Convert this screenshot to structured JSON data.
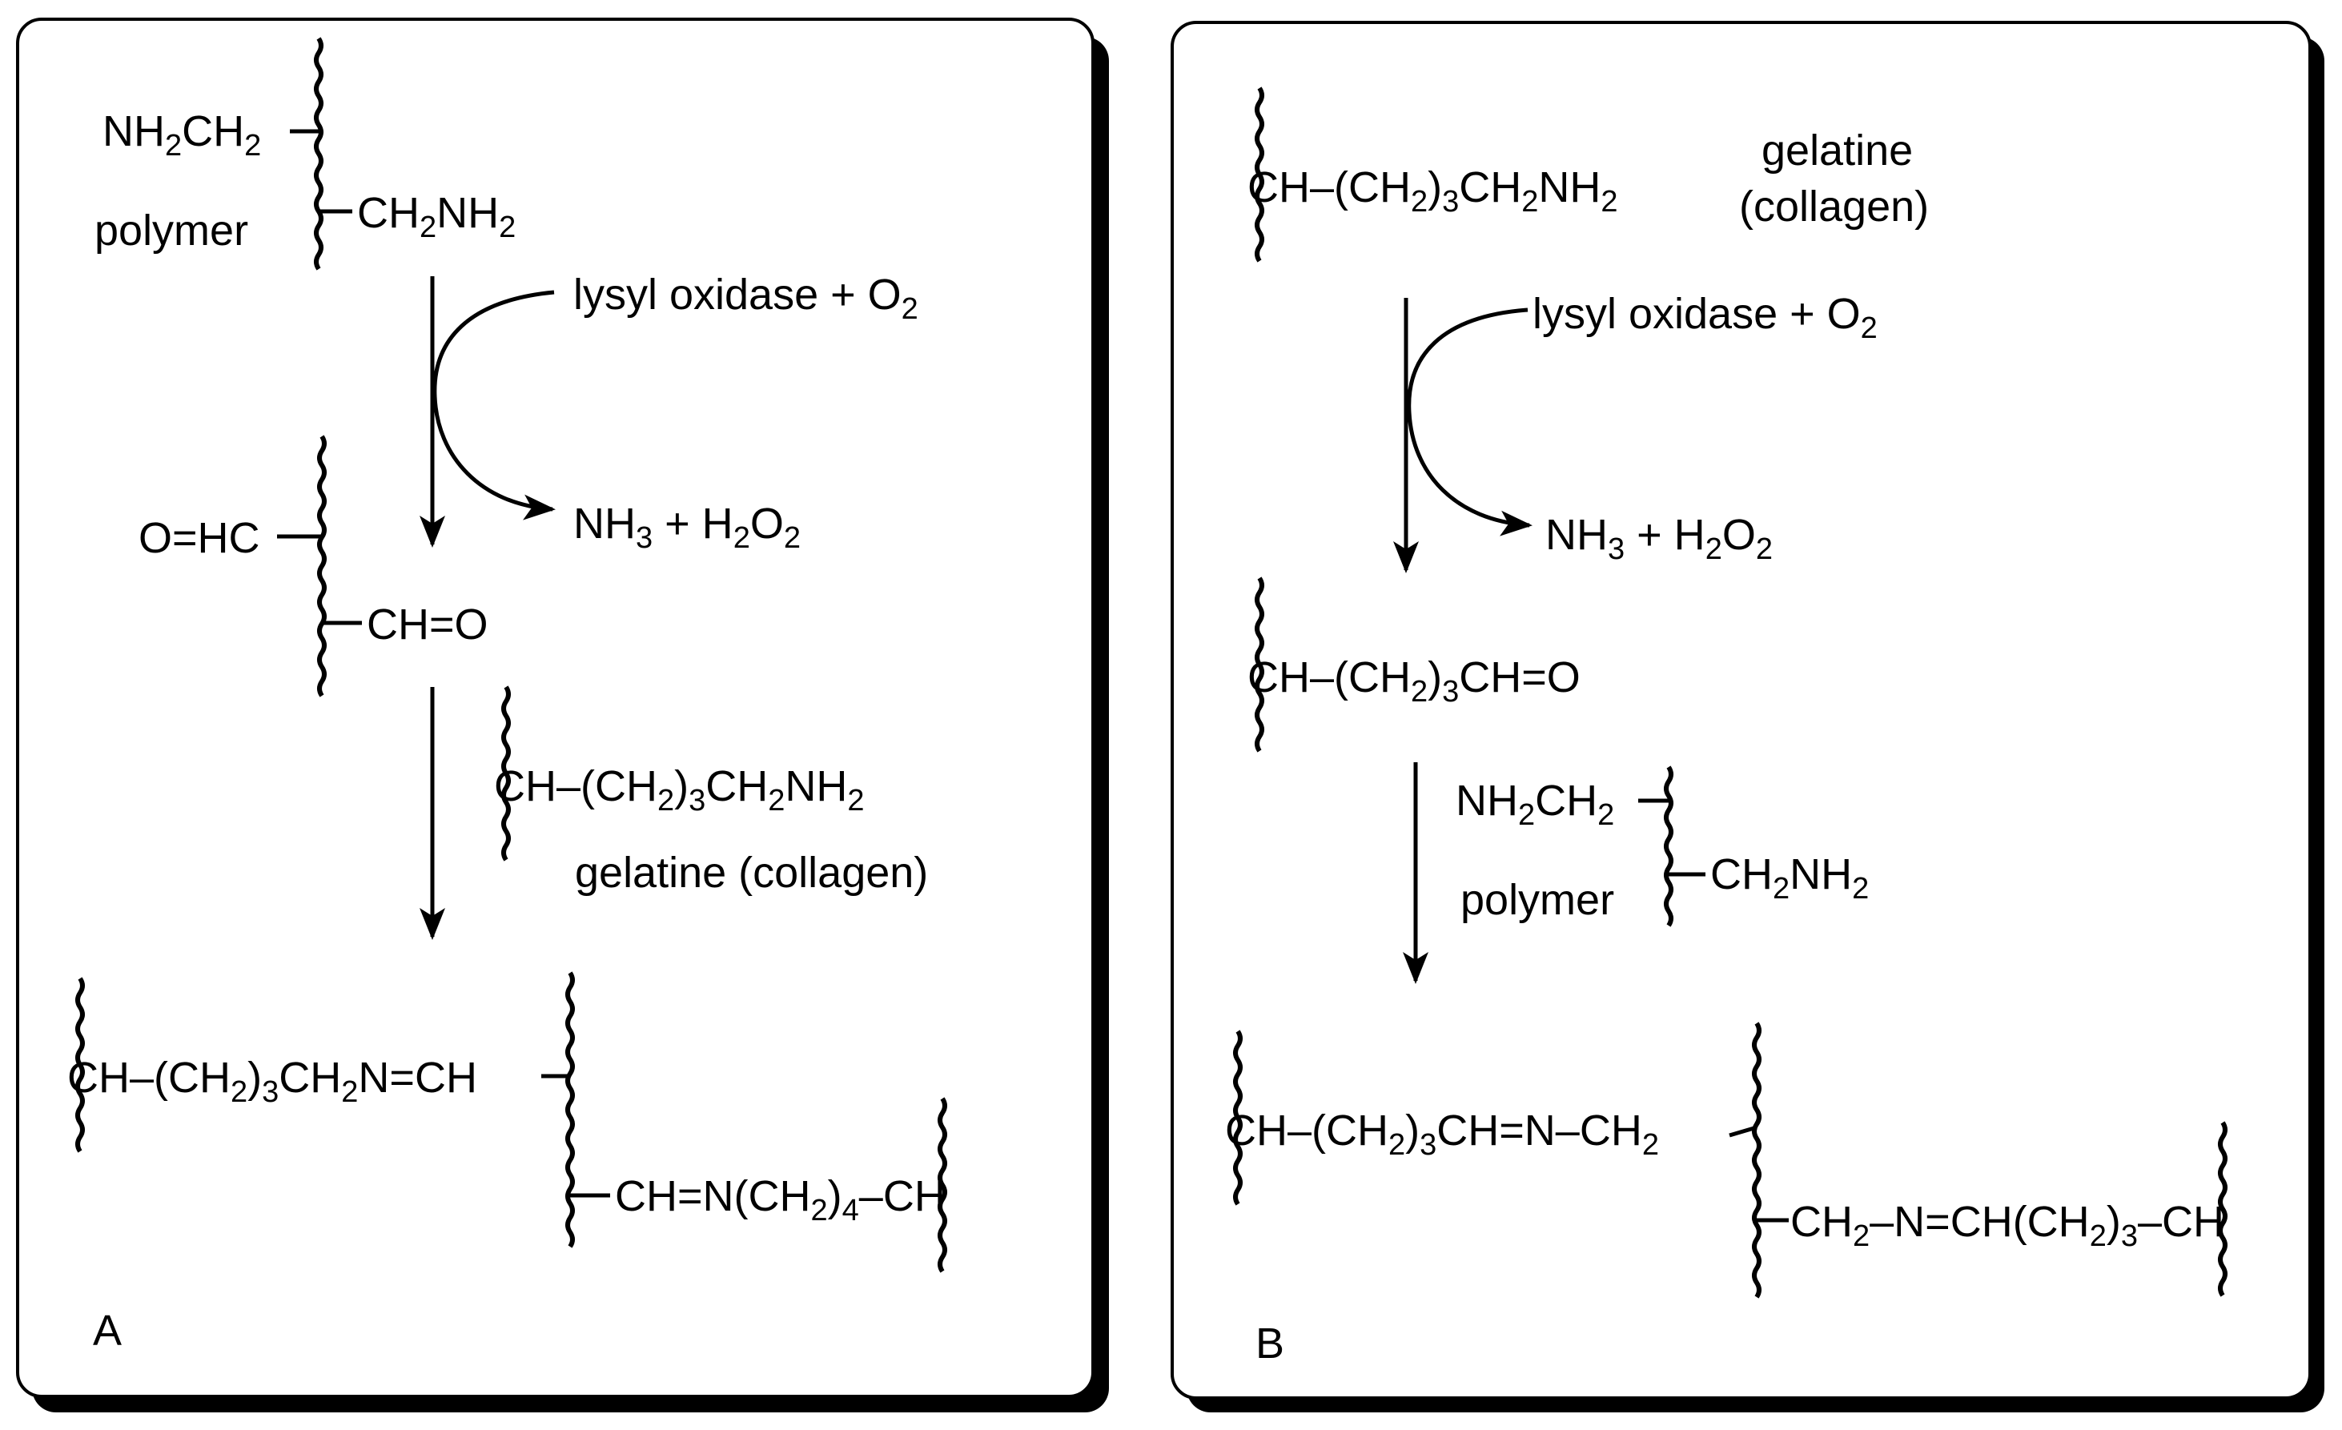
{
  "panel_a": {
    "label": "A",
    "reactant_polymer": {
      "left_group": {
        "main": "NH",
        "sub": "2",
        "tail": "CH",
        "sub2": "2"
      },
      "right_group": {
        "main": "CH",
        "sub": "2",
        "tail": "NH",
        "sub2": "2"
      },
      "name": "polymer"
    },
    "reagent": {
      "text": "lysyl oxidase + O",
      "sub": "2"
    },
    "byproduct": {
      "a": "NH",
      "a_sub": "3",
      "b": " + H",
      "b_sub": "2",
      "c": "O",
      "c_sub": "2"
    },
    "aldehyde_polymer": {
      "left_group": "O=HC",
      "right_group": "CH=O"
    },
    "collagen": {
      "c1": "CH–(CH",
      "s1": "2",
      "c2": ")",
      "s2": "3",
      "c3": "CH",
      "s3": "2",
      "c4": "NH",
      "s4": "2",
      "name": "gelatine (collagen)"
    },
    "product_top": {
      "c1": "CH–(CH",
      "s1": "2",
      "c2": ")",
      "s2": "3",
      "c3": "CH",
      "s3": "2",
      "c4": "N=CH"
    },
    "product_bottom": {
      "c1": "CH=N(CH",
      "s1": "2",
      "c2": ")",
      "s2": "4",
      "c3": "CH"
    }
  },
  "panel_b": {
    "label": "B",
    "collagen": {
      "c1": "CH–(CH",
      "s1": "2",
      "c2": ")",
      "s2": "3",
      "c3": "CH",
      "s3": "2",
      "c4": "NH",
      "s4": "2",
      "name_line1": "gelatine",
      "name_line2": "(collagen)"
    },
    "reagent": {
      "text": "lysyl oxidase + O",
      "sub": "2"
    },
    "byproduct": {
      "a": "NH",
      "a_sub": "3",
      "b": " + H",
      "b_sub": "2",
      "c": "O",
      "c_sub": "2"
    },
    "aldehyde": {
      "c1": "CH–(CH",
      "s1": "2",
      "c2": ")",
      "s2": "3",
      "c3": "CH=O"
    },
    "polymer": {
      "left_group": {
        "main": "NH",
        "sub": "2",
        "tail": "CH",
        "sub2": "2"
      },
      "right_group": {
        "main": "CH",
        "sub": "2",
        "tail": "NH",
        "sub2": "2"
      },
      "name": "polymer"
    },
    "product_top": {
      "c1": "CH–(CH",
      "s1": "2",
      "c2": ")",
      "s2": "3",
      "c3": "CH=N–CH",
      "s3": "2"
    },
    "product_bottom": {
      "c1": "CH",
      "s1": "2",
      "c2": "–N=CH(CH",
      "s2": "2",
      "c3": ")",
      "s3": "3",
      "c4": "–CH"
    }
  }
}
